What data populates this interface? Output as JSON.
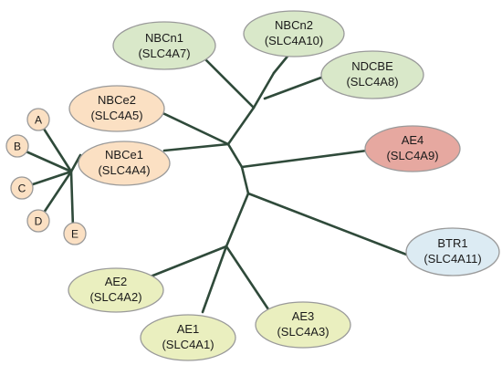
{
  "tree_title": "",
  "nodes": [
    {
      "id": "nbcn1",
      "name": "NBCn1",
      "gene": "SLC4A7",
      "fill": "#d9e8c9"
    },
    {
      "id": "nbcn2",
      "name": "NBCn2",
      "gene": "SLC4A10",
      "fill": "#d9e8c9"
    },
    {
      "id": "ndcbe",
      "name": "NDCBE",
      "gene": "SLC4A8",
      "fill": "#d9e8c9"
    },
    {
      "id": "nbce2",
      "name": "NBCe2",
      "gene": "SLC4A5",
      "fill": "#fbe0c3"
    },
    {
      "id": "nbce1",
      "name": "NBCe1",
      "gene": "SLC4A4",
      "fill": "#fbe0c3"
    },
    {
      "id": "ae4",
      "name": "AE4",
      "gene": "SLC4A9",
      "fill": "#e6a8a0"
    },
    {
      "id": "btr1",
      "name": "BTR1",
      "gene": "SLC4A11",
      "fill": "#dcebf3"
    },
    {
      "id": "ae2",
      "name": "AE2",
      "gene": "SLC4A2",
      "fill": "#eaefbf"
    },
    {
      "id": "ae1",
      "name": "AE1",
      "gene": "SLC4A1",
      "fill": "#eaefbf"
    },
    {
      "id": "ae3",
      "name": "AE3",
      "gene": "SLC4A3",
      "fill": "#eaefbf"
    }
  ],
  "variants": [
    {
      "id": "A",
      "label": "A"
    },
    {
      "id": "B",
      "label": "B"
    },
    {
      "id": "C",
      "label": "C"
    },
    {
      "id": "D",
      "label": "D"
    },
    {
      "id": "E",
      "label": "E"
    }
  ],
  "colors": {
    "branch": "#2f4a3a",
    "variant_fill": "#fbe0c3",
    "node_stroke": "#9a9a9a"
  }
}
